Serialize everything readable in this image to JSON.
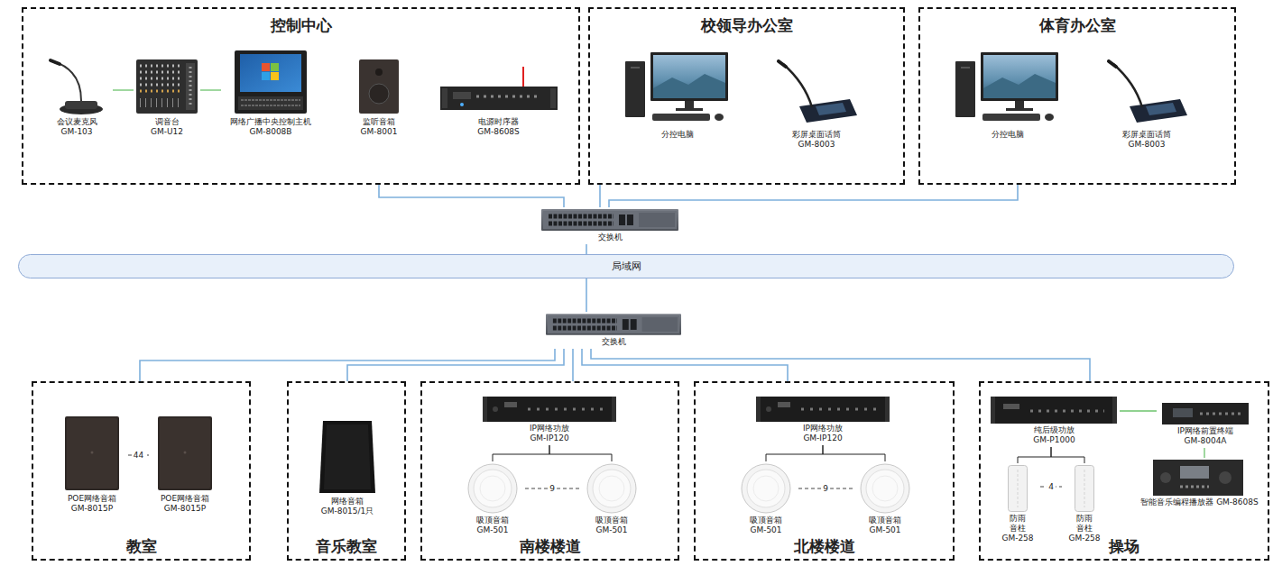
{
  "diagram": {
    "nodes": [
      {
        "text": [
          "控制中心"
        ]
      },
      {
        "text": [
          "会议麦克风",
          "GM-103"
        ],
        "in": 0
      },
      {
        "text": [
          "调音台",
          "GM-U12"
        ],
        "in": 0
      },
      {
        "text": [
          "网络广播中央控制主机",
          "GM-8008B"
        ],
        "in": 0
      },
      {
        "text": [
          "监听音箱",
          "GM-8001"
        ],
        "in": 0
      },
      {
        "text": [
          "电源时序器",
          "GM-8608S"
        ],
        "in": 0
      },
      {
        "text": [
          "校领导办公室"
        ]
      },
      {
        "text": [
          "分控电脑"
        ],
        "in": 6
      },
      {
        "text": [
          "彩屏桌面话筒",
          "GM-8003"
        ],
        "in": 6
      },
      {
        "text": [
          "体育办公室"
        ]
      },
      {
        "text": [
          "分控电脑"
        ],
        "in": 9
      },
      {
        "text": [
          "彩屏桌面话筒",
          "GM-8003"
        ],
        "in": 9
      },
      {
        "text": [
          "交换机"
        ]
      },
      {
        "text": [
          "局域网"
        ]
      },
      {
        "text": [
          "交换机"
        ]
      },
      {
        "text": [
          "教室"
        ]
      },
      {
        "text": [
          "POE网络音箱",
          "GM-8015P"
        ],
        "in": 15
      },
      {
        "text": [
          "POE网络音箱",
          "GM-8015P"
        ],
        "in": 15
      },
      {
        "text": [
          "音乐教室"
        ]
      },
      {
        "text": [
          "网络音箱",
          "GM-8015/1只"
        ],
        "in": 18
      },
      {
        "text": [
          "南楼楼道"
        ]
      },
      {
        "text": [
          "IP网络功放",
          "GM-IP120"
        ],
        "in": 20
      },
      {
        "text": [
          "吸顶音箱",
          "GM-501"
        ],
        "in": 20
      },
      {
        "text": [
          "吸顶音箱",
          "GM-501"
        ],
        "in": 20
      },
      {
        "text": [
          "北楼楼道"
        ]
      },
      {
        "text": [
          "IP网络功放",
          "GM-IP120"
        ],
        "in": 24
      },
      {
        "text": [
          "吸顶音箱",
          "GM-501"
        ],
        "in": 24
      },
      {
        "text": [
          "吸顶音箱",
          "GM-501"
        ],
        "in": 24
      },
      {
        "text": [
          "操场"
        ]
      },
      {
        "text": [
          "纯后级功放",
          "GM-P1000"
        ],
        "in": 28
      },
      {
        "text": [
          "IP网络前置终端",
          "GM-8004A"
        ],
        "in": 28
      },
      {
        "text": [
          "防雨 音柱",
          "GM-258"
        ],
        "in": 28
      },
      {
        "text": [
          "防雨 音柱",
          "GM-258"
        ],
        "in": 28
      },
      {
        "text": [
          "智能音乐编程播放器 GM-8608S"
        ],
        "in": 28
      }
    ],
    "edges": [
      {
        "from": 1,
        "to": 2,
        "arrow": "none"
      },
      {
        "from": 2,
        "to": 3,
        "arrow": "none"
      },
      {
        "from": 0,
        "to": 12,
        "arrow": "none"
      },
      {
        "from": 6,
        "to": 12,
        "arrow": "none"
      },
      {
        "from": 9,
        "to": 12,
        "arrow": "none"
      },
      {
        "from": 12,
        "to": 13,
        "arrow": "none"
      },
      {
        "from": 13,
        "to": 14,
        "arrow": "none"
      },
      {
        "from": 14,
        "to": 15,
        "arrow": "none"
      },
      {
        "from": 14,
        "to": 18,
        "arrow": "none"
      },
      {
        "from": 14,
        "to": 20,
        "arrow": "none"
      },
      {
        "from": 14,
        "to": 24,
        "arrow": "none"
      },
      {
        "from": 14,
        "to": 28,
        "arrow": "none"
      },
      {
        "from": 16,
        "to": 17,
        "label": "44",
        "arrow": "none"
      },
      {
        "from": 21,
        "to": 22,
        "arrow": "none"
      },
      {
        "from": 21,
        "to": 23,
        "arrow": "none"
      },
      {
        "from": 22,
        "to": 23,
        "label": "9",
        "arrow": "none"
      },
      {
        "from": 25,
        "to": 26,
        "arrow": "none"
      },
      {
        "from": 25,
        "to": 27,
        "arrow": "none"
      },
      {
        "from": 26,
        "to": 27,
        "label": "9",
        "arrow": "none"
      },
      {
        "from": 29,
        "to": 30,
        "arrow": "none"
      },
      {
        "from": 30,
        "to": 33,
        "arrow": "none"
      },
      {
        "from": 29,
        "to": 31,
        "arrow": "none"
      },
      {
        "from": 29,
        "to": 32,
        "arrow": "none"
      },
      {
        "from": 31,
        "to": 32,
        "label": "4",
        "arrow": "none"
      }
    ]
  }
}
